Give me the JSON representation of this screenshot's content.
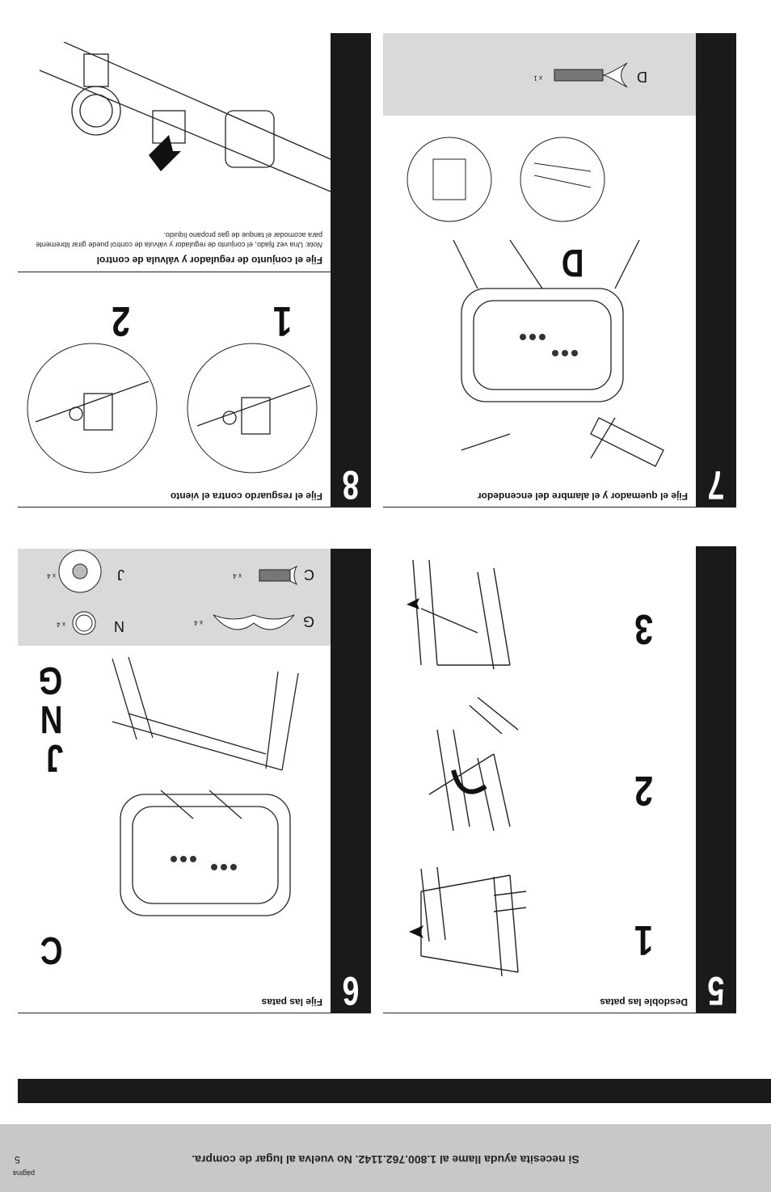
{
  "footer": {
    "help_text": "Si necesita ayuda llame al 1.800.762.1142. No vuelva al lugar de compra.",
    "page_label": "página",
    "page_number": "5"
  },
  "steps": {
    "s5": {
      "number": "5",
      "title": "Desdoble las patas",
      "subs": [
        "1",
        "2",
        "3"
      ]
    },
    "s6": {
      "number": "6",
      "title": "Fije las patas",
      "callouts": [
        "C",
        "J",
        "N",
        "G"
      ],
      "parts": [
        {
          "letter": "C",
          "qty": "x 4"
        },
        {
          "letter": "G",
          "qty": "x 4"
        },
        {
          "letter": "J",
          "qty": "x 4"
        },
        {
          "letter": "N",
          "qty": "x 4"
        }
      ]
    },
    "s7": {
      "number": "7",
      "title": "Fije el quemador y el alambre del encendedor",
      "callout": "D",
      "parts": [
        {
          "letter": "D",
          "qty": "x 1"
        }
      ]
    },
    "s8": {
      "number": "8",
      "title": "Fije el resguardo contra el viento",
      "subs": [
        "1",
        "2"
      ],
      "subtitle": "Fije el conjunto de regulador y válvula de control",
      "note_label": "Nota:",
      "note_text": "Una vez fijado, el conjunto de regulador y válvula de control puede girar libremente para acomodar el tanque de gas propano líquido."
    }
  }
}
